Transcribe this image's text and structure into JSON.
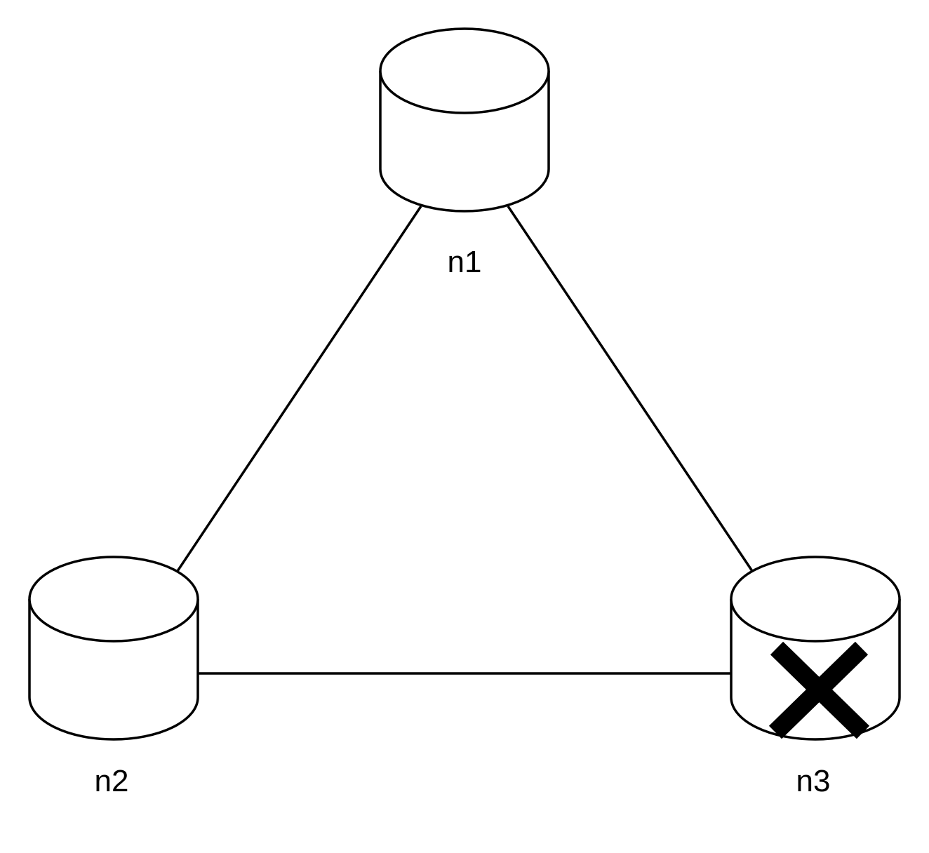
{
  "nodes": [
    {
      "id": "n1",
      "label": "n1",
      "status": "up"
    },
    {
      "id": "n2",
      "label": "n2",
      "status": "up"
    },
    {
      "id": "n3",
      "label": "n3",
      "status": "failed"
    }
  ],
  "edges": [
    {
      "from": "n1",
      "to": "n2"
    },
    {
      "from": "n1",
      "to": "n3"
    },
    {
      "from": "n2",
      "to": "n3"
    }
  ],
  "icons": {
    "node": "database-cylinder-icon",
    "failure": "x-mark-icon"
  },
  "colors": {
    "stroke": "#000000",
    "background": "#ffffff"
  }
}
